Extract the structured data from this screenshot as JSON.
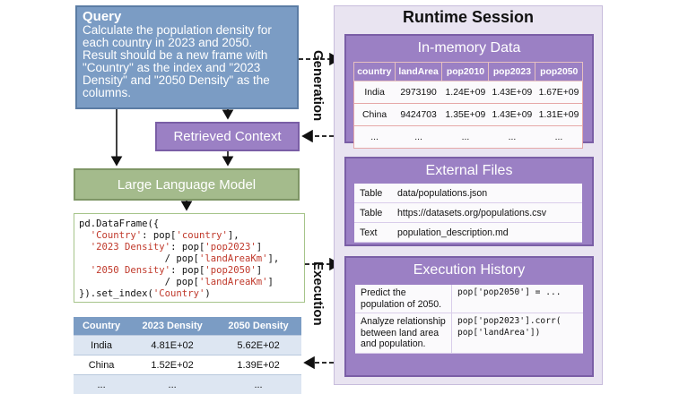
{
  "query": {
    "title": "Query",
    "lines": [
      "Calculate the population density for",
      "each country in 2023 and 2050.",
      "Result should be a new frame with",
      "\"Country\" as the index and \"2023",
      "Density\" and \"2050 Density\" as the",
      "columns."
    ]
  },
  "retrieved_context": "Retrieved Context",
  "llm": "Large Language Model",
  "code": {
    "l1": "pd.DataFrame({",
    "l2_str": "'Country'",
    "l2_rest": ": pop[",
    "l2_key": "'country'",
    "l2_end": "],",
    "l3_str": "'2023 Density'",
    "l3_rest": ": pop[",
    "l3_key": "'pop2023'",
    "l3_end": "]",
    "l4_pre": "/ pop[",
    "l4_key": "'landAreaKm'",
    "l4_end": "],",
    "l5_str": "'2050 Density'",
    "l5_rest": ": pop[",
    "l5_key": "'pop2050'",
    "l5_end": "]",
    "l6_pre": "/ pop[",
    "l6_key": "'landAreaKm'",
    "l6_end": "]",
    "l7_pre": "}).set_index(",
    "l7_key": "'Country'",
    "l7_end": ")"
  },
  "result_table": {
    "headers": [
      "Country",
      "2023 Density",
      "2050 Density"
    ],
    "rows": [
      [
        "India",
        "4.81E+02",
        "5.62E+02"
      ],
      [
        "China",
        "1.52E+02",
        "1.39E+02"
      ],
      [
        "...",
        "...",
        "..."
      ]
    ]
  },
  "labels": {
    "generation": "Generation",
    "execution": "Execution"
  },
  "runtime": {
    "title": "Runtime Session",
    "in_memory": {
      "title": "In-memory Data",
      "headers": [
        "country",
        "landArea",
        "pop2010",
        "pop2023",
        "pop2050"
      ],
      "rows": [
        [
          "India",
          "2973190",
          "1.24E+09",
          "1.43E+09",
          "1.67E+09"
        ],
        [
          "China",
          "9424703",
          "1.35E+09",
          "1.43E+09",
          "1.31E+09"
        ],
        [
          "...",
          "...",
          "...",
          "...",
          "..."
        ]
      ]
    },
    "external_files": {
      "title": "External Files",
      "rows": [
        [
          "Table",
          "data/populations.json"
        ],
        [
          "Table",
          "https://datasets.org/populations.csv"
        ],
        [
          "Text",
          "population_description.md"
        ]
      ]
    },
    "execution_history": {
      "title": "Execution History",
      "rows": [
        {
          "desc": "Predict the population of 2050.",
          "code": "pop['pop2050'] = ..."
        },
        {
          "desc": "Analyze relationship between land area and population.",
          "code": "pop['pop2023'].corr(\npop['landArea'])"
        }
      ]
    }
  },
  "colors": {
    "query": "#7b9cc4",
    "context": "#9b80c4",
    "llm": "#a4bb8c",
    "runtime_bg": "#e9e4f1"
  }
}
